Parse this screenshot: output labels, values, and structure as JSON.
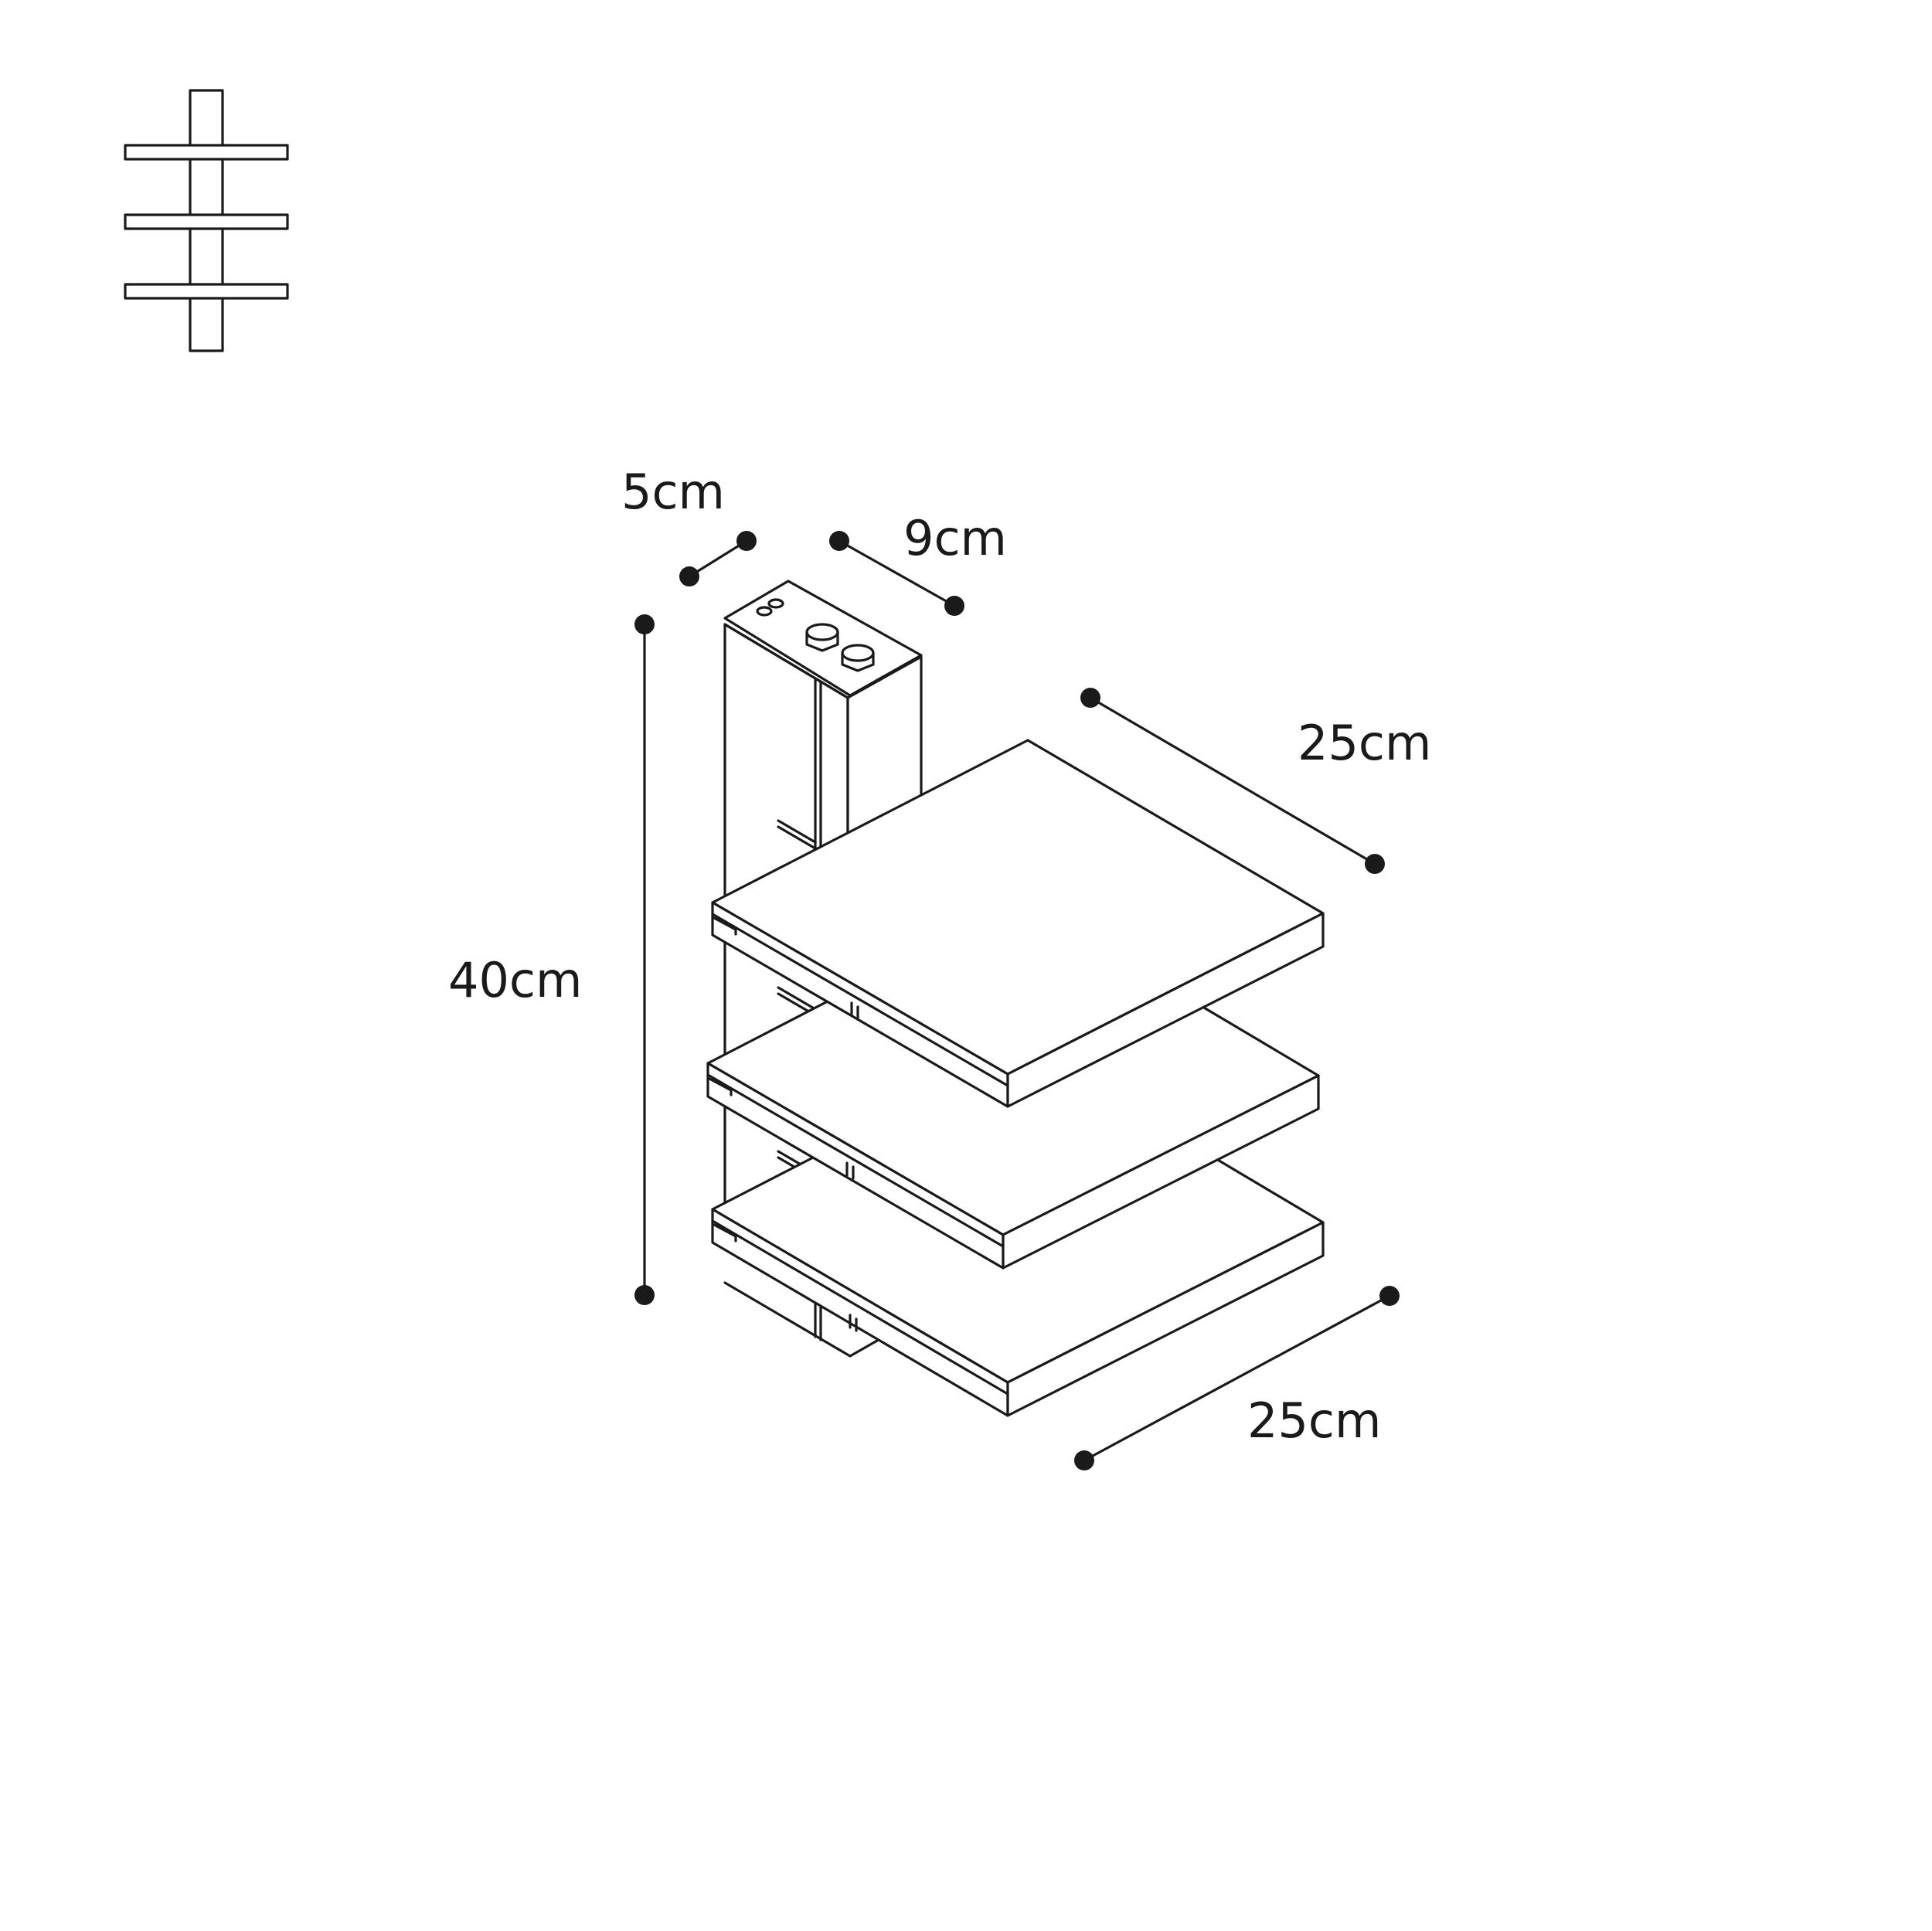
{
  "colors": {
    "stroke": "#1a1a1a",
    "background": "#ffffff"
  },
  "icons": {
    "front_view": "shelf-front-view-icon"
  },
  "dimensions": {
    "mount_depth": "5cm",
    "mount_width": "9cm",
    "shelf_depth": "25cm",
    "height": "40cm",
    "shelf_width": "25cm"
  }
}
